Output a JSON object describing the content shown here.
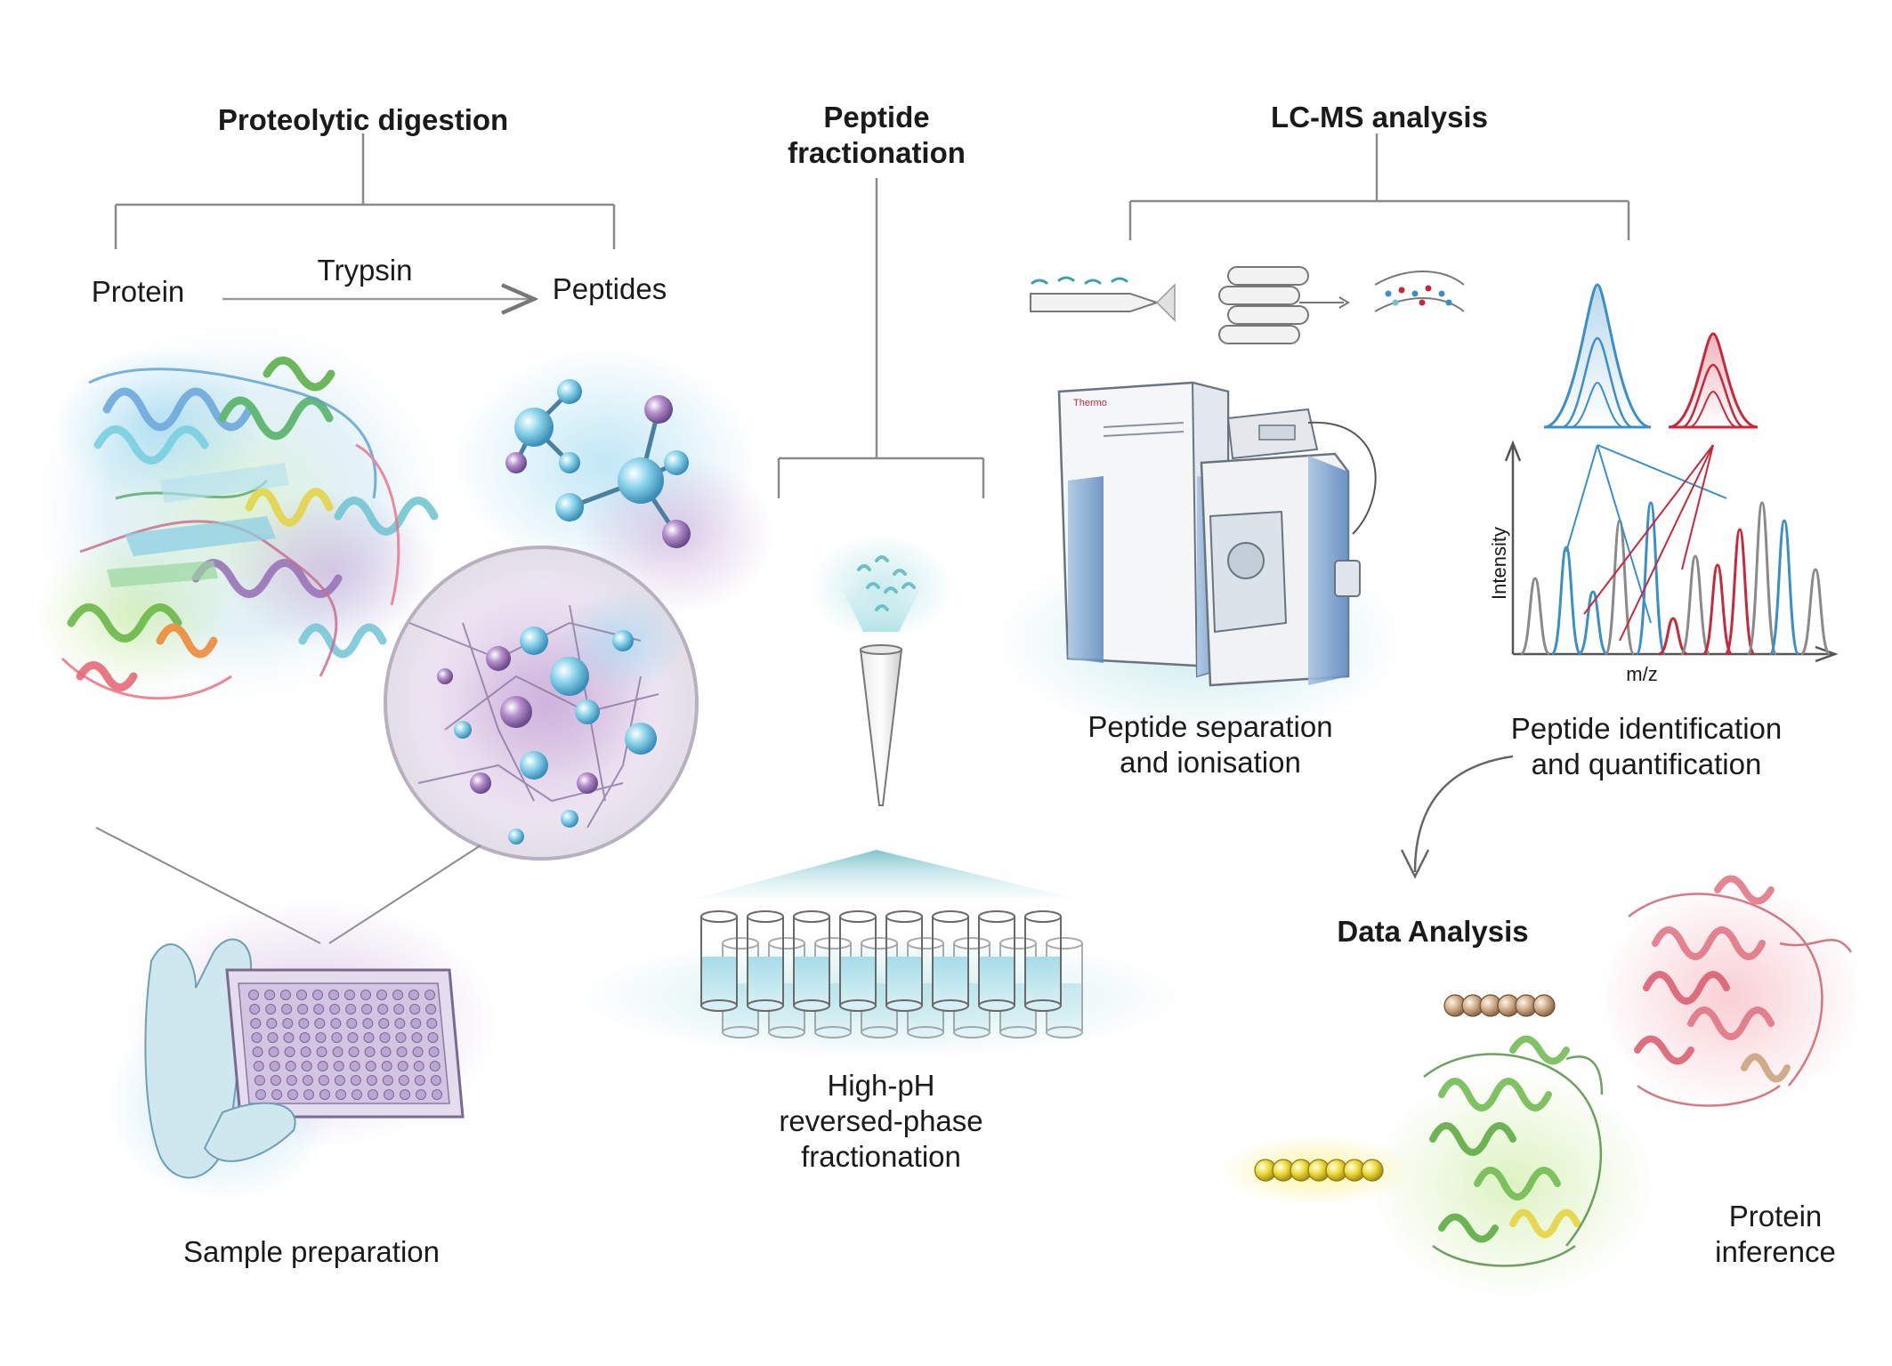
{
  "headers": {
    "digestion": "Proteolytic digestion",
    "fractionation_line1": "Peptide",
    "fractionation_line2": "fractionation",
    "lcms": "LC-MS analysis",
    "data_analysis": "Data Analysis"
  },
  "digestion": {
    "protein": "Protein",
    "enzyme": "Trypsin",
    "peptides": "Peptides",
    "caption": "Sample preparation"
  },
  "fractionation": {
    "caption_line1": "High-pH",
    "caption_line2": "reversed-phase",
    "caption_line3": "fractionation"
  },
  "lcms": {
    "instrument_brand": "Thermo",
    "separation_line1": "Peptide separation",
    "separation_line2": "and ionisation",
    "identification_line1": "Peptide identification",
    "identification_line2": "and quantification",
    "y_axis": "Intensity",
    "x_axis": "m/z"
  },
  "data_analysis": {
    "inference_line1": "Protein",
    "inference_line2": "inference"
  },
  "colors": {
    "blue": "#3a8fc8",
    "red": "#c8283c",
    "gray": "#8a8a8a",
    "green": "#5fb04a",
    "purple": "#8a6aaa",
    "yellow": "#e8d23a",
    "tan": "#c9a27e",
    "teal": "#6fc3cc"
  }
}
